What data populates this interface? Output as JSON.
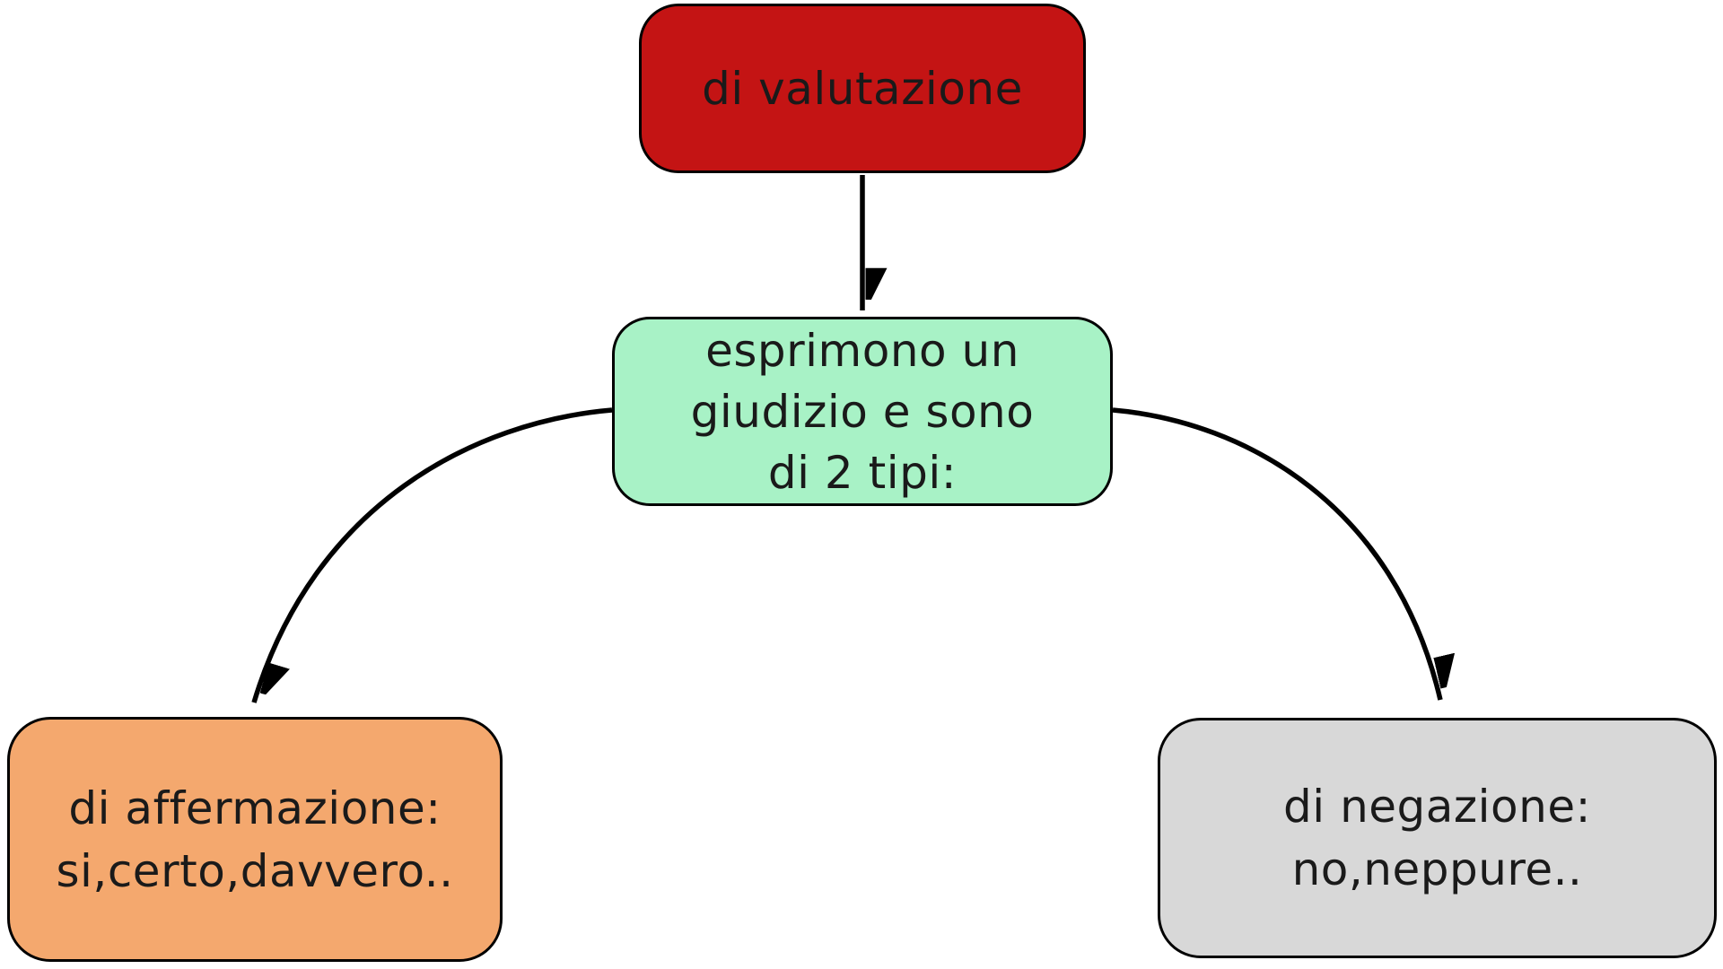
{
  "diagram": {
    "background_color": "#ffffff",
    "edge_color": "#000000",
    "text_color": "#1a1a1a",
    "nodes": {
      "valutazione": {
        "label": "di valutazione",
        "lines": [
          "di valutazione"
        ],
        "fill": "#c41414"
      },
      "giudizio": {
        "label": "esprimono un giudizio e sono di 2 tipi:",
        "lines": [
          "esprimono un",
          "giudizio e sono",
          "di 2 tipi:"
        ],
        "fill": "#a8f2c6"
      },
      "affermazione": {
        "label": "di affermazione: si,certo,davvero..",
        "lines": [
          "di affermazione:",
          "si,certo,davvero.."
        ],
        "fill": "#f4a86e"
      },
      "negazione": {
        "label": "di negazione: no,neppure..",
        "lines": [
          "di negazione:",
          "no,neppure.."
        ],
        "fill": "#d8d8d8"
      }
    },
    "connectors": [
      {
        "from": "valutazione",
        "to": "giudizio",
        "style": "straight-arrow"
      },
      {
        "from": "giudizio",
        "to": "affermazione",
        "style": "curved-arrow"
      },
      {
        "from": "giudizio",
        "to": "negazione",
        "style": "curved-arrow"
      }
    ]
  }
}
